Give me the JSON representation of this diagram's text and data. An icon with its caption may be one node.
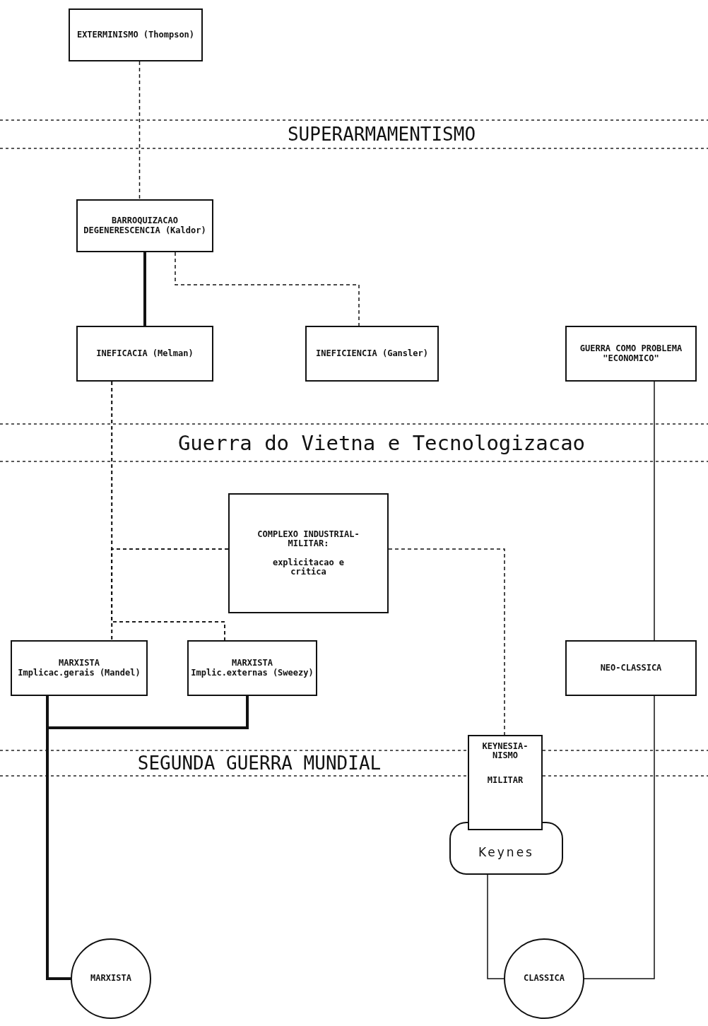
{
  "diagram": {
    "nodes": [
      {
        "text": [
          "EXTERMINISMO (Thompson)"
        ]
      },
      {
        "text": [
          "BARROQUIZACAO DEGENERESCENCIA (Kaldor)"
        ]
      },
      {
        "text": [
          "INEFICACIA (Melman)"
        ]
      },
      {
        "text": [
          "INEFICIENCIA (Gansler)"
        ]
      },
      {
        "text": [
          "GUERRA COMO PROBLEMA \"ECONOMICO\""
        ]
      },
      {
        "text": [
          "COMPLEXO INDUSTRIAL-MILITAR:",
          "explicitacao e critica"
        ]
      },
      {
        "text": [
          "MARXISTA",
          "Implicac.gerais (Mandel)"
        ]
      },
      {
        "text": [
          "MARXISTA",
          "Implic.externas (Sweezy)"
        ]
      },
      {
        "text": [
          "NEO-CLASSICA"
        ]
      },
      {
        "text": [
          "KEYNESIA-NISMO",
          "MILITAR"
        ]
      },
      {
        "text": [
          "Keynes"
        ]
      },
      {
        "text": [
          "MARXISTA"
        ]
      },
      {
        "text": [
          "CLASSICA"
        ]
      }
    ],
    "edges": [
      {
        "from": 0,
        "to": 1,
        "arrow": "none",
        "style": "dashed"
      },
      {
        "from": 1,
        "to": 2,
        "arrow": "none",
        "style": "thick"
      },
      {
        "from": 1,
        "to": 3,
        "arrow": "none",
        "style": "dashed"
      },
      {
        "from": 2,
        "to": 6,
        "arrow": "none",
        "style": "dashed"
      },
      {
        "from": 2,
        "to": 7,
        "arrow": "none",
        "style": "dashed"
      },
      {
        "from": 5,
        "to": 6,
        "arrow": "none",
        "style": "dashed"
      },
      {
        "from": 5,
        "to": 7,
        "arrow": "none",
        "style": "dashed"
      },
      {
        "from": 5,
        "to": 9,
        "arrow": "none",
        "style": "dashed"
      },
      {
        "from": 4,
        "to": 8,
        "arrow": "none"
      },
      {
        "from": 8,
        "to": 12,
        "arrow": "none"
      },
      {
        "from": 10,
        "to": 12,
        "arrow": "none"
      },
      {
        "from": 6,
        "to": 11,
        "arrow": "none",
        "style": "thick"
      },
      {
        "from": 7,
        "to": 11,
        "arrow": "none",
        "style": "thick"
      }
    ],
    "labels": [
      "SUPERARMAMENTISMO",
      "Guerra do Vietna e Tecnologizacao",
      "SEGUNDA GUERRA MUNDIAL"
    ]
  }
}
